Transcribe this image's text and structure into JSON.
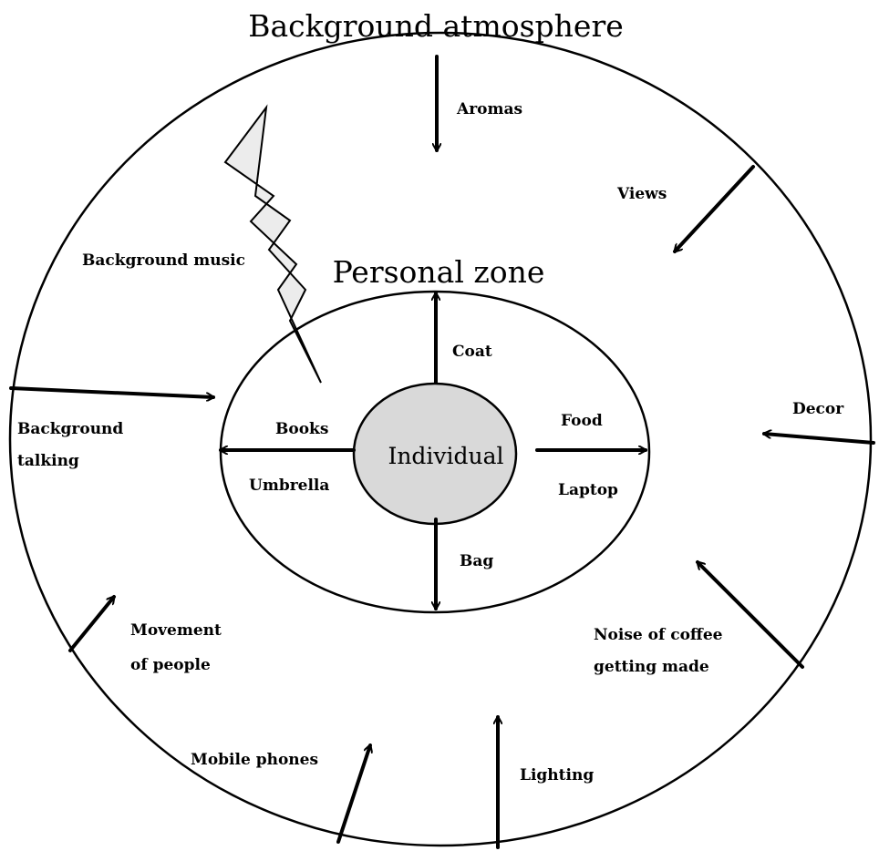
{
  "title": "Background atmosphere",
  "personal_zone_title": "Personal zone",
  "center_label": "Individual",
  "colors": {
    "ink": "#000000",
    "background": "#ffffff",
    "individual_fill": "#d9d9d9",
    "lightning_fill": "#ececec"
  },
  "personal_items": {
    "coat": "Coat",
    "books": "Books",
    "umbrella": "Umbrella",
    "food": "Food",
    "laptop": "Laptop",
    "bag": "Bag"
  },
  "atmosphere_items": {
    "aromas": "Aromas",
    "views": "Views",
    "background_music": "Background music",
    "background_talking_line1": "Background",
    "background_talking_line2": "talking",
    "decor": "Decor",
    "movement_line1": "Movement",
    "movement_line2": "of people",
    "noise_line1": "Noise of coffee",
    "noise_line2": "getting made",
    "mobile_phones": "Mobile phones",
    "lighting": "Lighting"
  },
  "icons": {
    "lightning": "lightning-bolt-icon"
  }
}
